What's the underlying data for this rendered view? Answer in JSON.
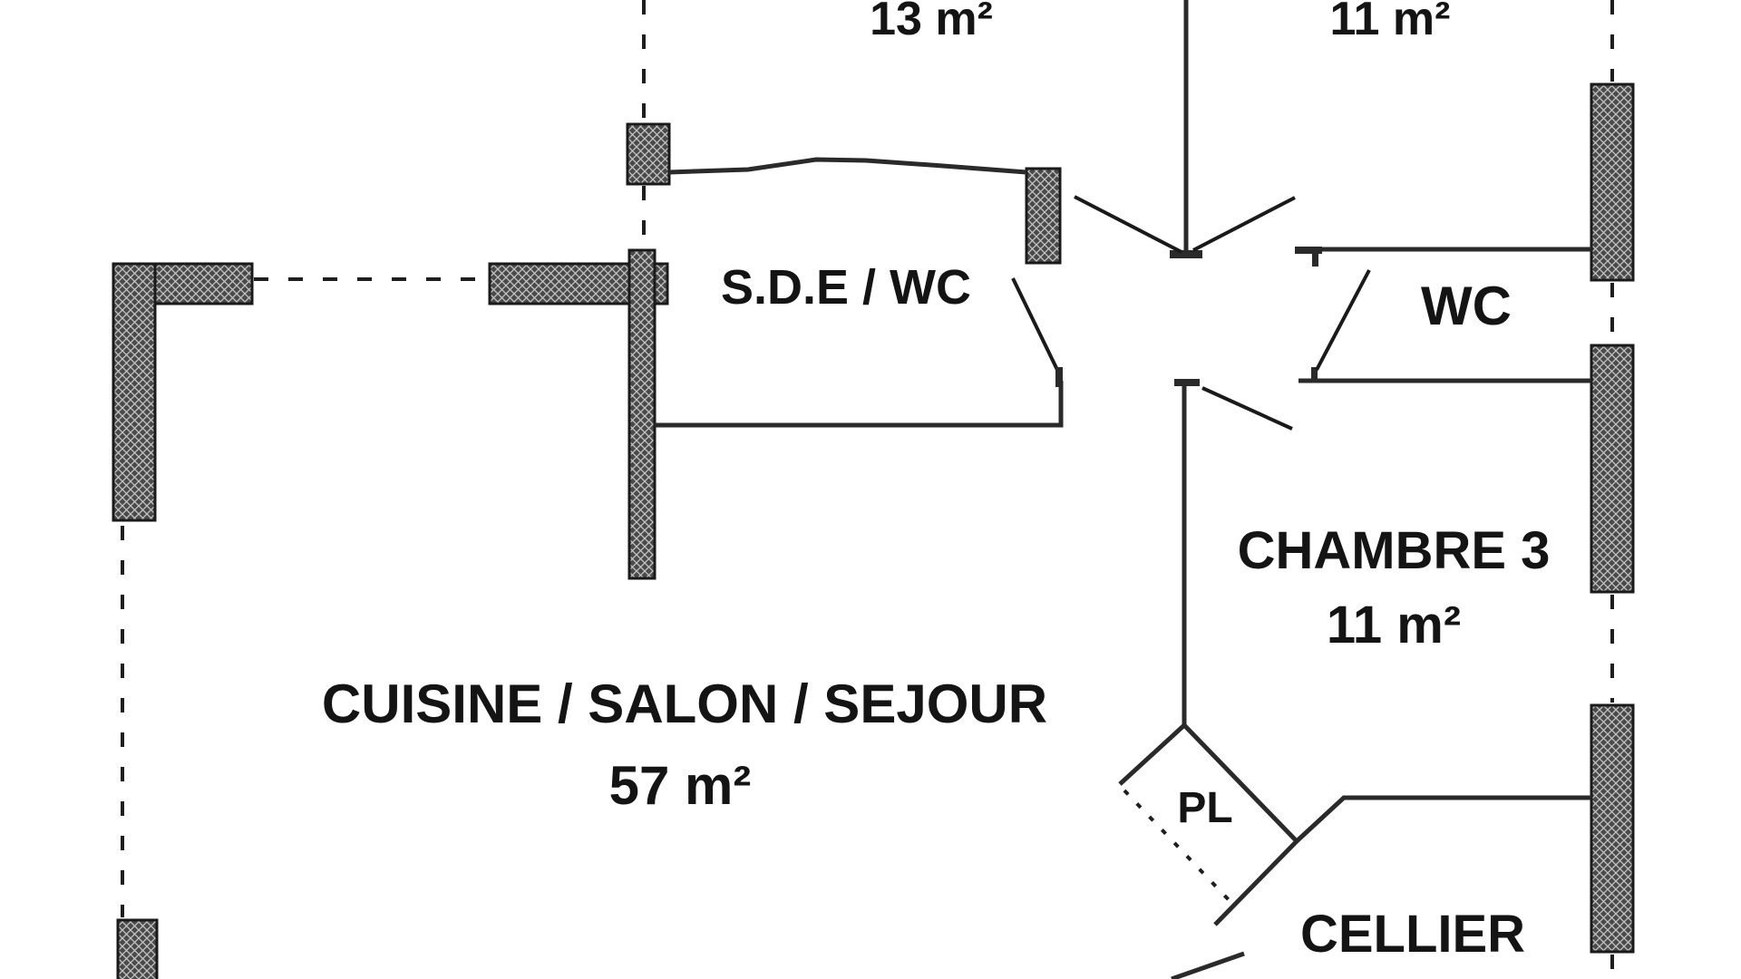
{
  "rooms": {
    "chambre_top_left_area": "13 m²",
    "chambre_top_right_area": "11 m²",
    "sde_wc": "S.D.E / WC",
    "wc": "WC",
    "chambre3_name": "CHAMBRE 3",
    "chambre3_area": "11 m²",
    "sejour_name": "CUISINE / SALON / SEJOUR",
    "sejour_area": "57 m²",
    "placard": "PL",
    "cellier": "CELLIER"
  },
  "colors": {
    "wall_fill": "#3c3c3c",
    "wall_hatch": "#bdbdbd",
    "line": "#2a2a2a",
    "background": "#ffffff"
  }
}
